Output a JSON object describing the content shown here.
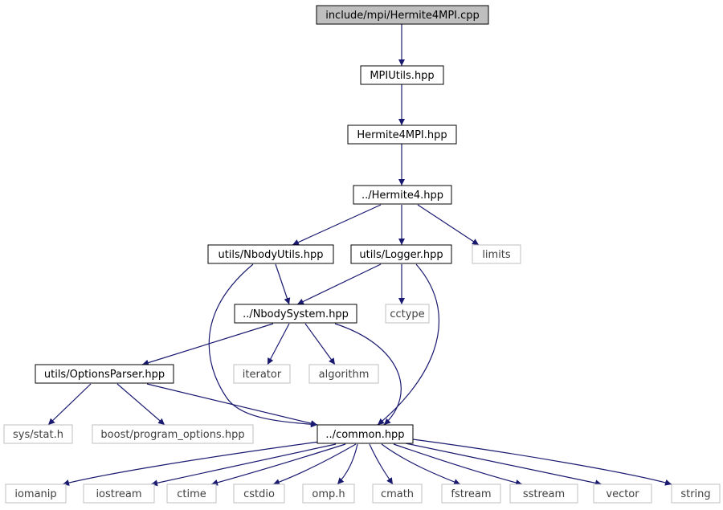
{
  "diagram": {
    "type": "include-dependency-graph",
    "colors": {
      "edge": "#191970",
      "root_fill": "#bfbfbf",
      "internal_border": "#000000",
      "external_border": "#bfbfbf",
      "external_text": "#404040"
    },
    "nodes": [
      {
        "id": "root",
        "label": "include/mpi/Hermite4MPI.cpp",
        "kind": "root"
      },
      {
        "id": "mpiutils",
        "label": "MPIUtils.hpp",
        "kind": "internal"
      },
      {
        "id": "hermite4mpi",
        "label": "Hermite4MPI.hpp",
        "kind": "internal"
      },
      {
        "id": "hermite4",
        "label": "../Hermite4.hpp",
        "kind": "internal"
      },
      {
        "id": "nbodyutils",
        "label": "utils/NbodyUtils.hpp",
        "kind": "internal"
      },
      {
        "id": "logger",
        "label": "utils/Logger.hpp",
        "kind": "internal"
      },
      {
        "id": "limits",
        "label": "limits",
        "kind": "external"
      },
      {
        "id": "nbodysystem",
        "label": "../NbodySystem.hpp",
        "kind": "internal"
      },
      {
        "id": "cctype",
        "label": "cctype",
        "kind": "external"
      },
      {
        "id": "optionsparser",
        "label": "utils/OptionsParser.hpp",
        "kind": "internal"
      },
      {
        "id": "iterator",
        "label": "iterator",
        "kind": "external"
      },
      {
        "id": "algorithm",
        "label": "algorithm",
        "kind": "external"
      },
      {
        "id": "sysstat",
        "label": "sys/stat.h",
        "kind": "external"
      },
      {
        "id": "boostpo",
        "label": "boost/program_options.hpp",
        "kind": "external"
      },
      {
        "id": "common",
        "label": "../common.hpp",
        "kind": "internal"
      },
      {
        "id": "iomanip",
        "label": "iomanip",
        "kind": "external"
      },
      {
        "id": "iostream",
        "label": "iostream",
        "kind": "external"
      },
      {
        "id": "ctime",
        "label": "ctime",
        "kind": "external"
      },
      {
        "id": "cstdio",
        "label": "cstdio",
        "kind": "external"
      },
      {
        "id": "omph",
        "label": "omp.h",
        "kind": "external"
      },
      {
        "id": "cmath",
        "label": "cmath",
        "kind": "external"
      },
      {
        "id": "fstream",
        "label": "fstream",
        "kind": "external"
      },
      {
        "id": "sstream",
        "label": "sstream",
        "kind": "external"
      },
      {
        "id": "vector",
        "label": "vector",
        "kind": "external"
      },
      {
        "id": "string",
        "label": "string",
        "kind": "external"
      }
    ],
    "edges": [
      {
        "from": "root",
        "to": "mpiutils"
      },
      {
        "from": "mpiutils",
        "to": "hermite4mpi"
      },
      {
        "from": "hermite4mpi",
        "to": "hermite4"
      },
      {
        "from": "hermite4",
        "to": "nbodyutils"
      },
      {
        "from": "hermite4",
        "to": "logger"
      },
      {
        "from": "hermite4",
        "to": "limits"
      },
      {
        "from": "nbodyutils",
        "to": "nbodysystem"
      },
      {
        "from": "nbodyutils",
        "to": "common"
      },
      {
        "from": "logger",
        "to": "nbodysystem"
      },
      {
        "from": "logger",
        "to": "cctype"
      },
      {
        "from": "logger",
        "to": "common"
      },
      {
        "from": "nbodysystem",
        "to": "optionsparser"
      },
      {
        "from": "nbodysystem",
        "to": "iterator"
      },
      {
        "from": "nbodysystem",
        "to": "algorithm"
      },
      {
        "from": "nbodysystem",
        "to": "common"
      },
      {
        "from": "optionsparser",
        "to": "sysstat"
      },
      {
        "from": "optionsparser",
        "to": "boostpo"
      },
      {
        "from": "optionsparser",
        "to": "common"
      },
      {
        "from": "common",
        "to": "iomanip"
      },
      {
        "from": "common",
        "to": "iostream"
      },
      {
        "from": "common",
        "to": "ctime"
      },
      {
        "from": "common",
        "to": "cstdio"
      },
      {
        "from": "common",
        "to": "omph"
      },
      {
        "from": "common",
        "to": "cmath"
      },
      {
        "from": "common",
        "to": "fstream"
      },
      {
        "from": "common",
        "to": "sstream"
      },
      {
        "from": "common",
        "to": "vector"
      },
      {
        "from": "common",
        "to": "string"
      }
    ]
  }
}
